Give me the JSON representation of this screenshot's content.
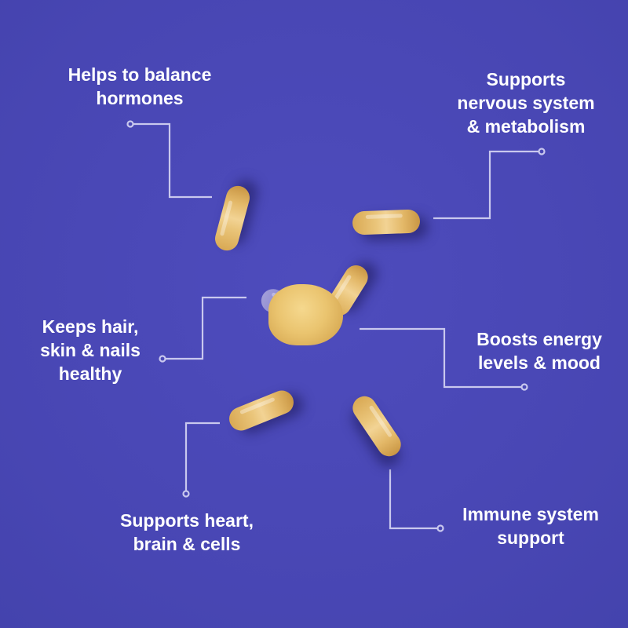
{
  "colors": {
    "background": "#4a48b6",
    "text": "#ffffff",
    "connector_line": "#c9c8ee",
    "capsule": "#e3b868"
  },
  "benefits": [
    {
      "id": "hormones",
      "lines": [
        "Helps to balance",
        "hormones"
      ]
    },
    {
      "id": "nervous",
      "lines": [
        "Supports",
        "nervous system",
        "& metabolism"
      ]
    },
    {
      "id": "hair",
      "lines": [
        "Keeps hair,",
        "skin & nails",
        "healthy"
      ]
    },
    {
      "id": "energy",
      "lines": [
        "Boosts energy",
        "levels & mood"
      ]
    },
    {
      "id": "heart",
      "lines": [
        "Supports heart,",
        "brain & cells"
      ]
    },
    {
      "id": "immune",
      "lines": [
        "Immune system",
        "support"
      ]
    }
  ]
}
